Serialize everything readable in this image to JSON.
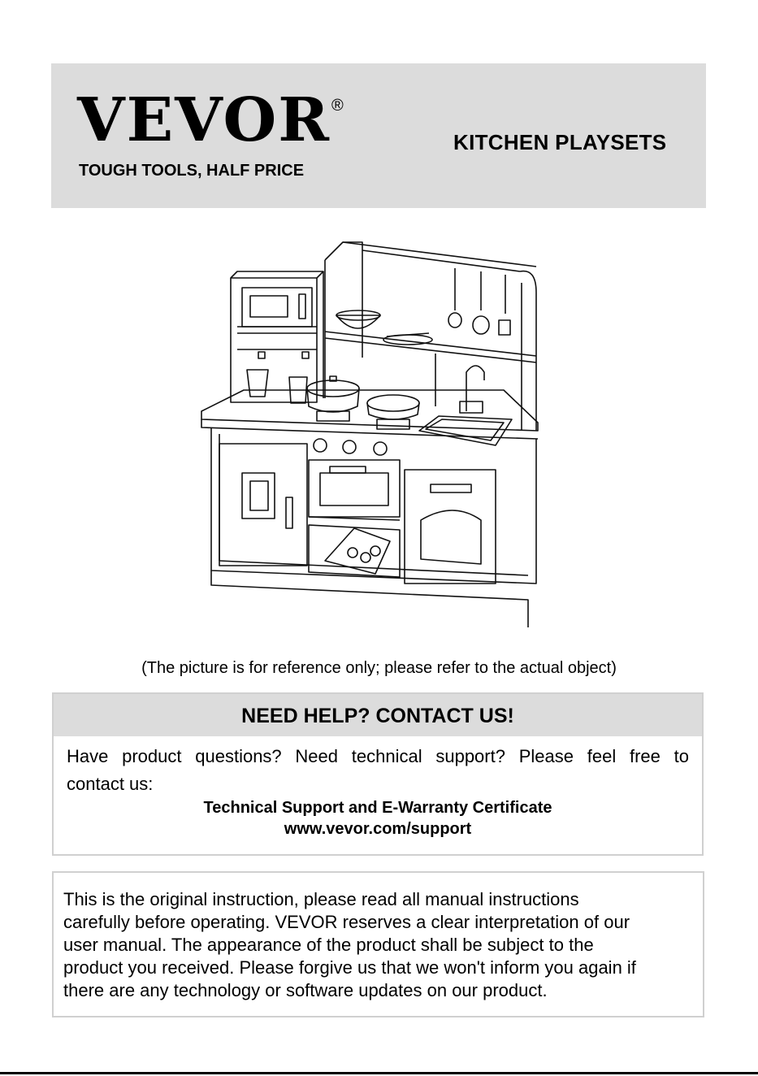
{
  "brand": {
    "logo": "VEVOR",
    "registered": "®",
    "tagline": "TOUGH TOOLS, HALF PRICE"
  },
  "title": "KITCHEN PLAYSETS",
  "caption": "(The picture is for reference only; please refer to the actual object)",
  "contact": {
    "heading": "NEED HELP? CONTACT US!",
    "body_line1": "Have product questions? Need technical support? Please feel free to",
    "body_line2": "contact us:",
    "support_label": "Technical Support and E-Warranty Certificate",
    "support_url": "www.vevor.com/support"
  },
  "notice": {
    "lines": [
      "This is the original instruction, please read all manual instructions",
      "carefully before operating. VEVOR reserves a clear interpretation of our",
      "user manual. The appearance of the product shall be subject to the",
      "product you received. Please forgive us that we won't inform you again if",
      "there are any technology or software updates on our product."
    ]
  },
  "colors": {
    "band": "#dcdcdc",
    "border": "#d0d0d0",
    "ink": "#000000"
  }
}
